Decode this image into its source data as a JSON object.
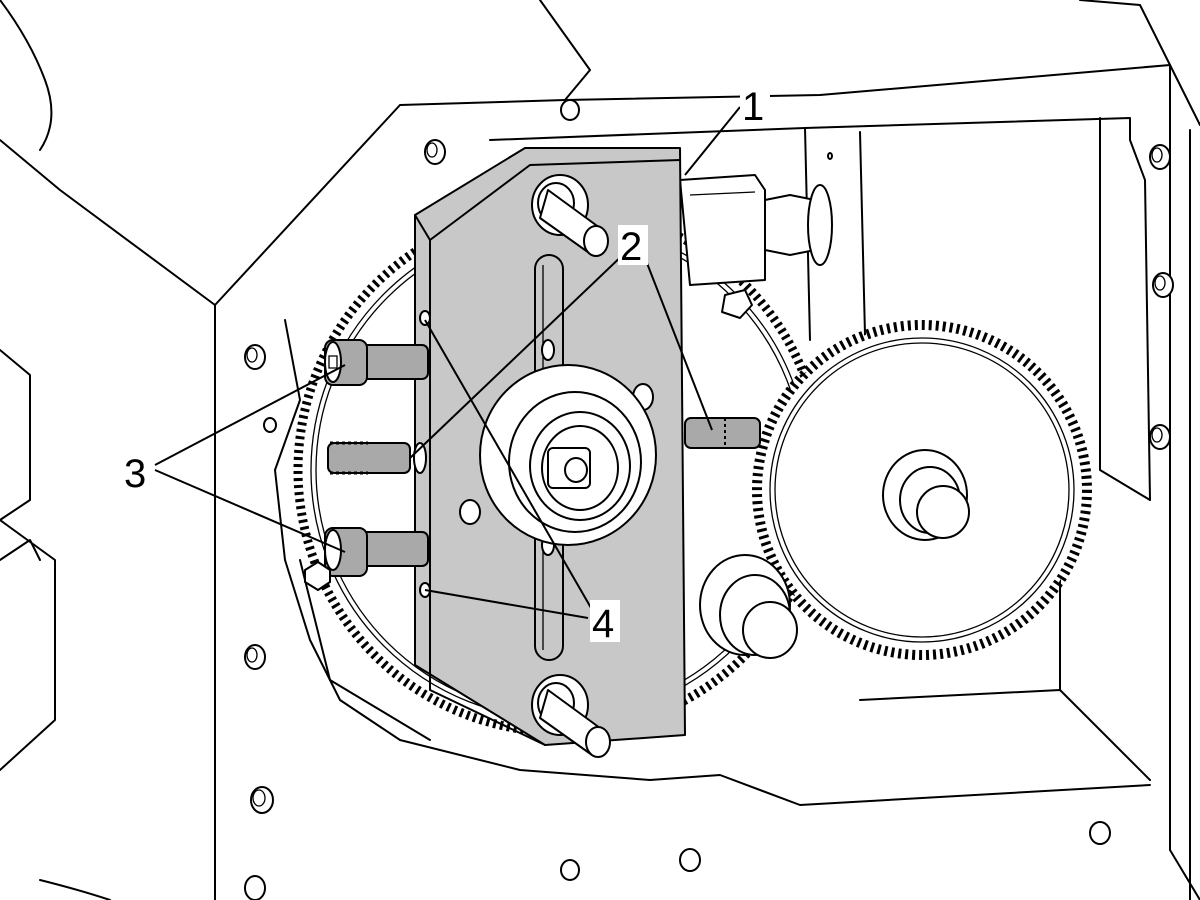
{
  "callouts": [
    {
      "id": "1",
      "text": "1"
    },
    {
      "id": "2",
      "text": "2"
    },
    {
      "id": "3",
      "text": "3"
    },
    {
      "id": "4",
      "text": "4"
    }
  ],
  "colors": {
    "line": "#000000",
    "plate": "#c8c8c8",
    "bolt": "#a9a9a9",
    "background": "#ffffff"
  }
}
